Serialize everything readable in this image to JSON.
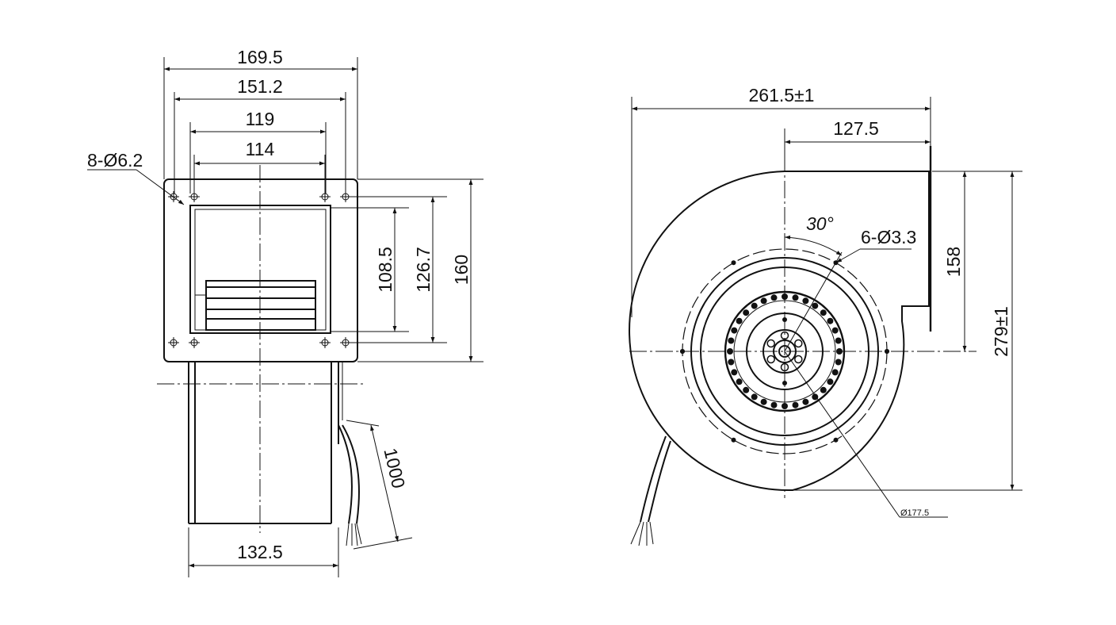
{
  "front_view": {
    "dims": {
      "overall_width": "169.5",
      "flange_width": "151.2",
      "hole_spacing_outer": "119",
      "hole_spacing_inner": "114",
      "mount_holes": "8-Ø6.2",
      "height_inner": "108.5",
      "height_mid": "126.7",
      "height_overall": "160",
      "cable_length": "1000",
      "body_width": "132.5"
    }
  },
  "side_view": {
    "dims": {
      "overall_length": "261.5±1",
      "outlet_offset": "127.5",
      "outlet_height": "158",
      "overall_height": "279±1",
      "angle": "30°",
      "motor_holes": "6-Ø3.3",
      "impeller_diameter": "Ø177.5"
    }
  }
}
